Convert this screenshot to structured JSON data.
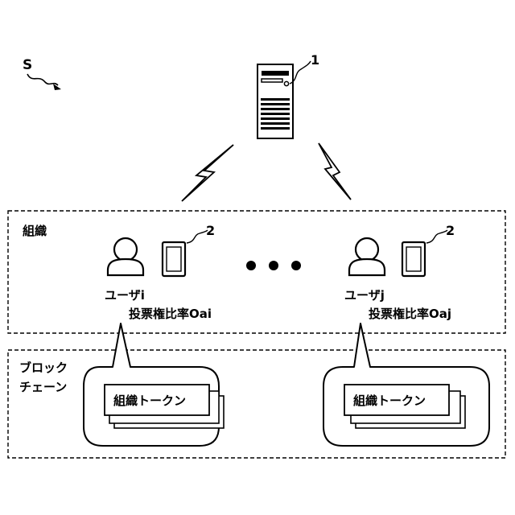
{
  "system_label": "S",
  "server": {
    "ref": "1"
  },
  "organization": {
    "label": "組織"
  },
  "blockchain": {
    "label_line1": "ブロック",
    "label_line2": "チェーン"
  },
  "users": [
    {
      "name": "ユーザi",
      "vote_ratio": "投票権比率Oai",
      "terminal_ref": "2"
    },
    {
      "name": "ユーザj",
      "vote_ratio": "投票権比率Oaj",
      "terminal_ref": "2"
    }
  ],
  "token_label": "組織トークン",
  "colors": {
    "line": "#000000",
    "background": "#ffffff"
  }
}
